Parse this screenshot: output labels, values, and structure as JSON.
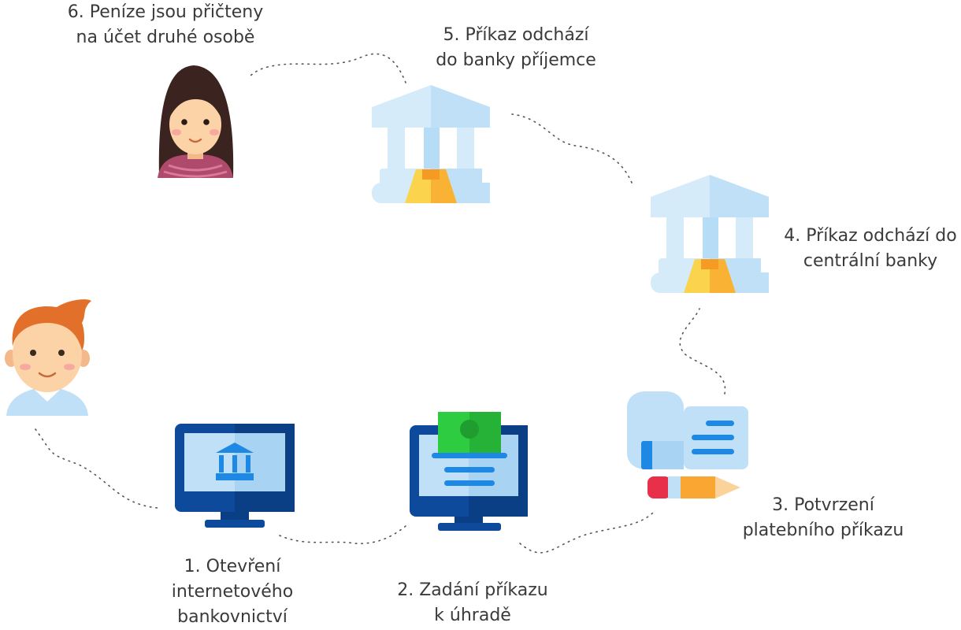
{
  "steps": [
    {
      "id": "1",
      "lines": [
        "1. Otevření",
        "internetového",
        "bankovnictví"
      ]
    },
    {
      "id": "2",
      "lines": [
        "2. Zadání příkazu",
        "k úhradě"
      ]
    },
    {
      "id": "3",
      "lines": [
        "3. Potvrzení",
        "platebního příkazu"
      ]
    },
    {
      "id": "4",
      "lines": [
        "4. Příkaz odchází do",
        "centrální banky"
      ]
    },
    {
      "id": "5",
      "lines": [
        "5. Příkaz odchází",
        "do banky příjemce"
      ]
    },
    {
      "id": "6",
      "lines": [
        "6. Peníze jsou přičteny",
        "na účet druhé osobě"
      ]
    }
  ],
  "icons": [
    "man-avatar-icon",
    "computer-bank-icon",
    "computer-payment-icon",
    "document-pencil-icon",
    "bank-icon",
    "woman-avatar-icon"
  ],
  "colors": {
    "text": "#3a3a3a",
    "dotted_path": "#555555",
    "monitor_dark": "#0d4a9c",
    "monitor_screen": "#bfe0f7",
    "bank_light": "#d6ebfa",
    "bank_mid": "#b7dcf5",
    "money_green": "#2ecc40",
    "gold": "#f9b233",
    "pencil_red": "#e8304a"
  }
}
